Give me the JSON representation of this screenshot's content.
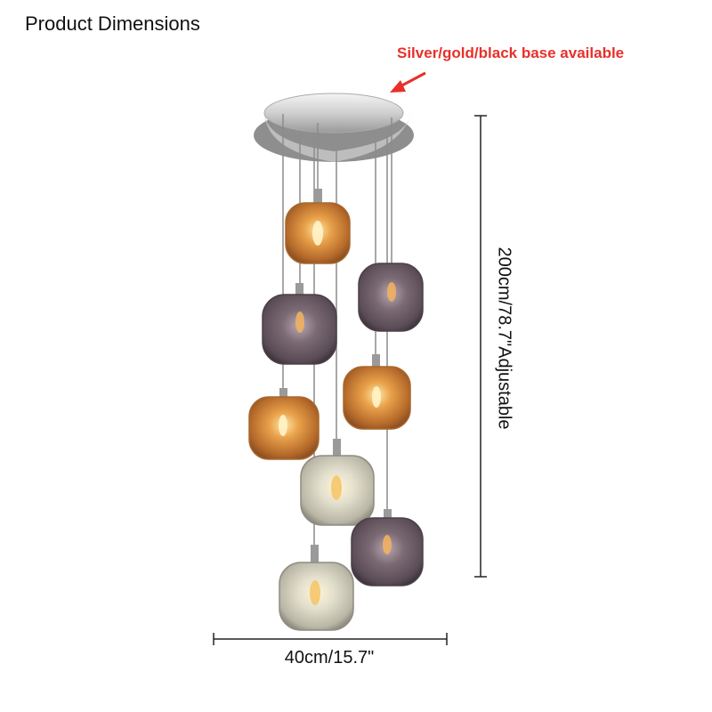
{
  "caption": {
    "title": "Product Dimensions",
    "base_note": "Silver/gold/black base available",
    "height_label": "200cm/78.7\"Adjustable",
    "width_label": "40cm/15.7\""
  },
  "colors": {
    "note": "#e8302a",
    "amber_glass": "#c9782f",
    "smoke_glass": "#6e5f6a",
    "clear_glass": "#c9c6b8",
    "chrome": "#c8c8c8"
  },
  "pendants": [
    {
      "glass": "amber"
    },
    {
      "glass": "smoke"
    },
    {
      "glass": "smoke"
    },
    {
      "glass": "amber"
    },
    {
      "glass": "amber"
    },
    {
      "glass": "clear"
    },
    {
      "glass": "smoke"
    },
    {
      "glass": "clear"
    }
  ]
}
